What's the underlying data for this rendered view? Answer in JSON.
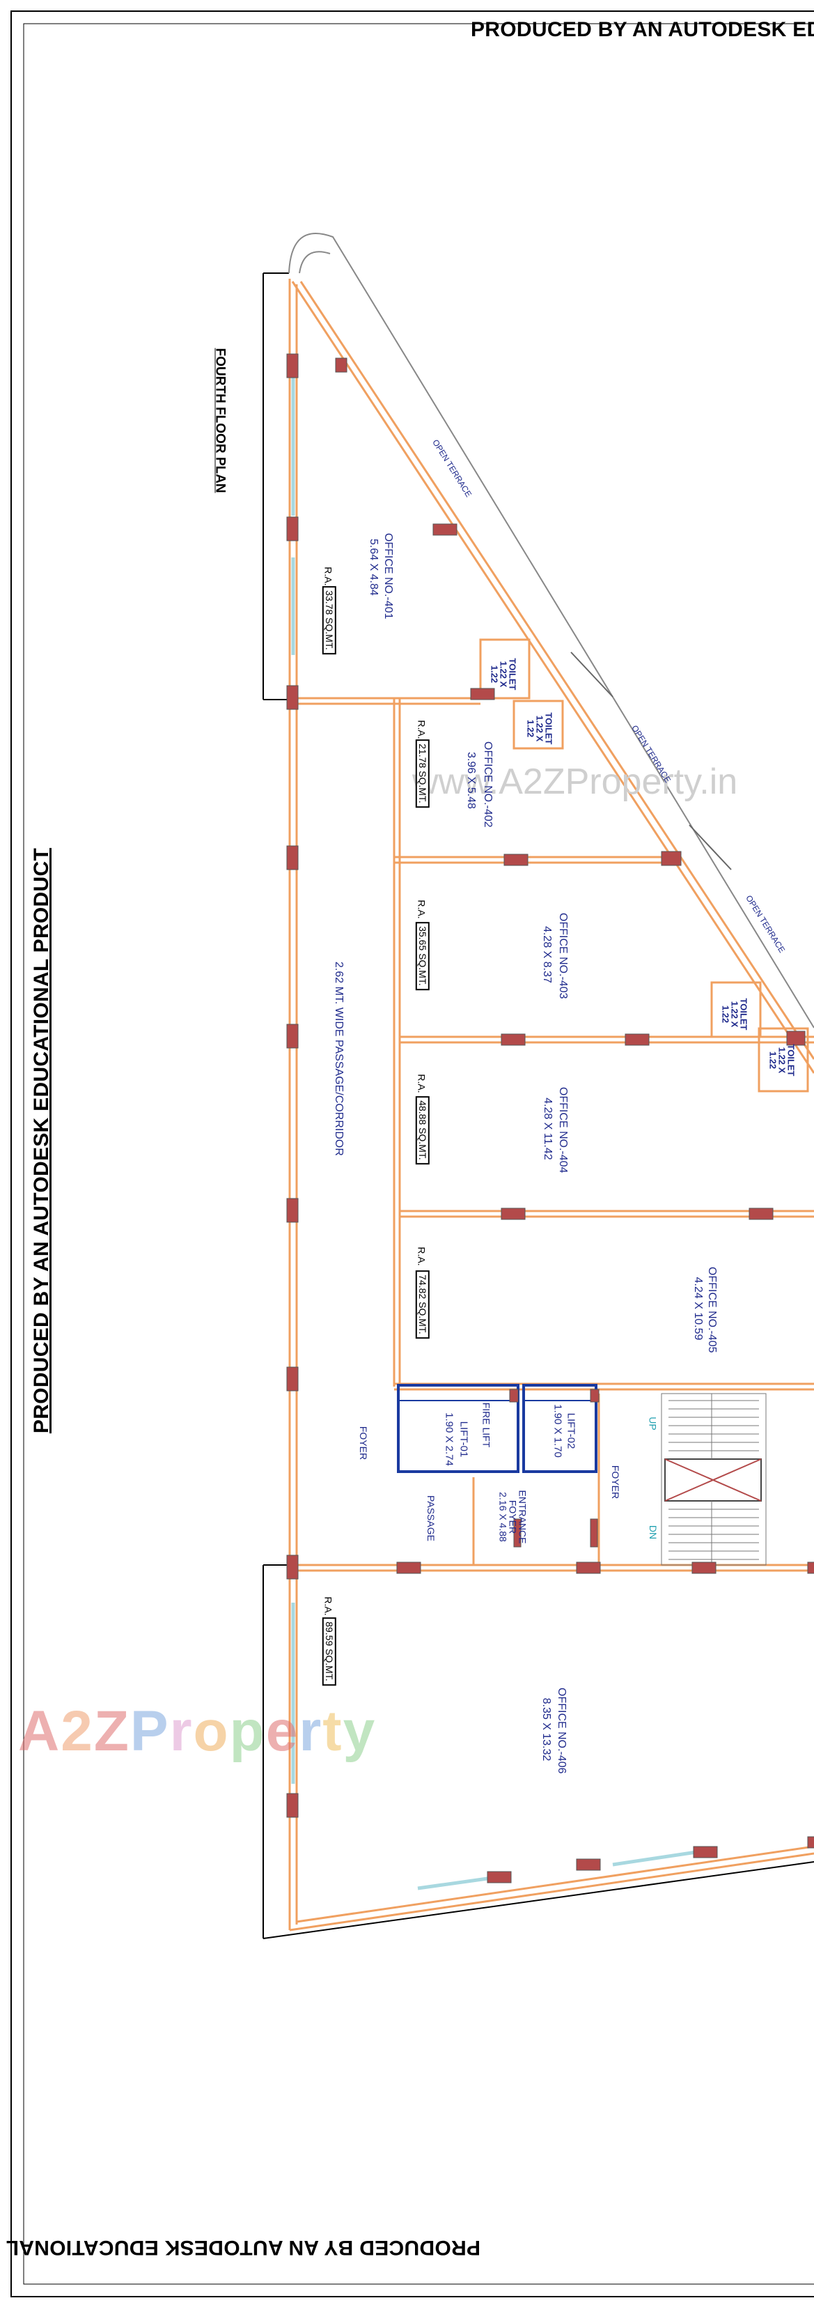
{
  "stamps": {
    "top": "PRODUCED BY AN AUTODESK EDUCATIONAL PRODUCT",
    "left": "PRODUCED BY AN AUTODESK EDUCATIONAL PRODUCT",
    "bottom": "PRODUCED BY AN AUTODESK EDUCATIONAL PRODUCT"
  },
  "title": "FOURTH FLOOR PLAN",
  "watermark": "www.A2ZProperty.in",
  "logo_text": "A2Z Property",
  "terraces": [
    "OPEN TERRACE",
    "OPEN TERRACE",
    "OPEN TERRACE"
  ],
  "offices": [
    {
      "name": "OFFICE NO.-401",
      "size": "5.64 X 4.84",
      "ra_prefix": "R.A.",
      "area": "33.78 SQ.MT."
    },
    {
      "name": "OFFICE NO.-402",
      "size": "3.96 X 5.48",
      "ra_prefix": "R.A.",
      "area": "21.78 SQ.MT."
    },
    {
      "name": "OFFICE NO.-403",
      "size": "4.28 X 8.37",
      "ra_prefix": "R.A.",
      "area": "35.65 SQ.MT."
    },
    {
      "name": "OFFICE NO.-404",
      "size": "4.28 X 11.42",
      "ra_prefix": "R.A.",
      "area": "48.88 SQ.MT."
    },
    {
      "name": "OFFICE NO.-405",
      "size": "4.24 X 10.59",
      "ra_prefix": "R.A.",
      "area": "74.82 SQ.MT."
    },
    {
      "name": "OFFICE NO.-406",
      "size": "8.35 X 13.32",
      "ra_prefix": "R.A.",
      "area": "89.59 SQ.MT."
    }
  ],
  "toilets": [
    {
      "name": "TOILET",
      "size1": "1.22 X",
      "size2": "1.22"
    },
    {
      "name": "TOILET",
      "size1": "1.22 X",
      "size2": "1.22"
    },
    {
      "name": "TOILET",
      "size1": "1.22 X",
      "size2": "1.22"
    },
    {
      "name": "TOILET",
      "size1": "1.22 X",
      "size2": "1.22"
    }
  ],
  "corridor": "2.62 MT. WIDE PASSAGE/CORRIDOR",
  "lifts": [
    {
      "name": "LIFT-01",
      "size": "1.90 X 2.74",
      "tag": "FIRE LIFT"
    },
    {
      "name": "LIFT-02",
      "size": "1.90 X 1.70"
    }
  ],
  "foyer_left": "FOYER",
  "foyer_right": "FOYER",
  "passage": "PASSAGE",
  "entrance": {
    "line1": "ENTRANCE",
    "line2": "FOYER",
    "line3": "2.16 X 4.88"
  },
  "stairs": {
    "up": "UP",
    "dn": "DN"
  },
  "colors": {
    "wall": "#f0a060",
    "glass": "#a8d8e0",
    "column": "#b34a4a",
    "text": "#1f2a8c",
    "lift": "#1a3aa0"
  }
}
